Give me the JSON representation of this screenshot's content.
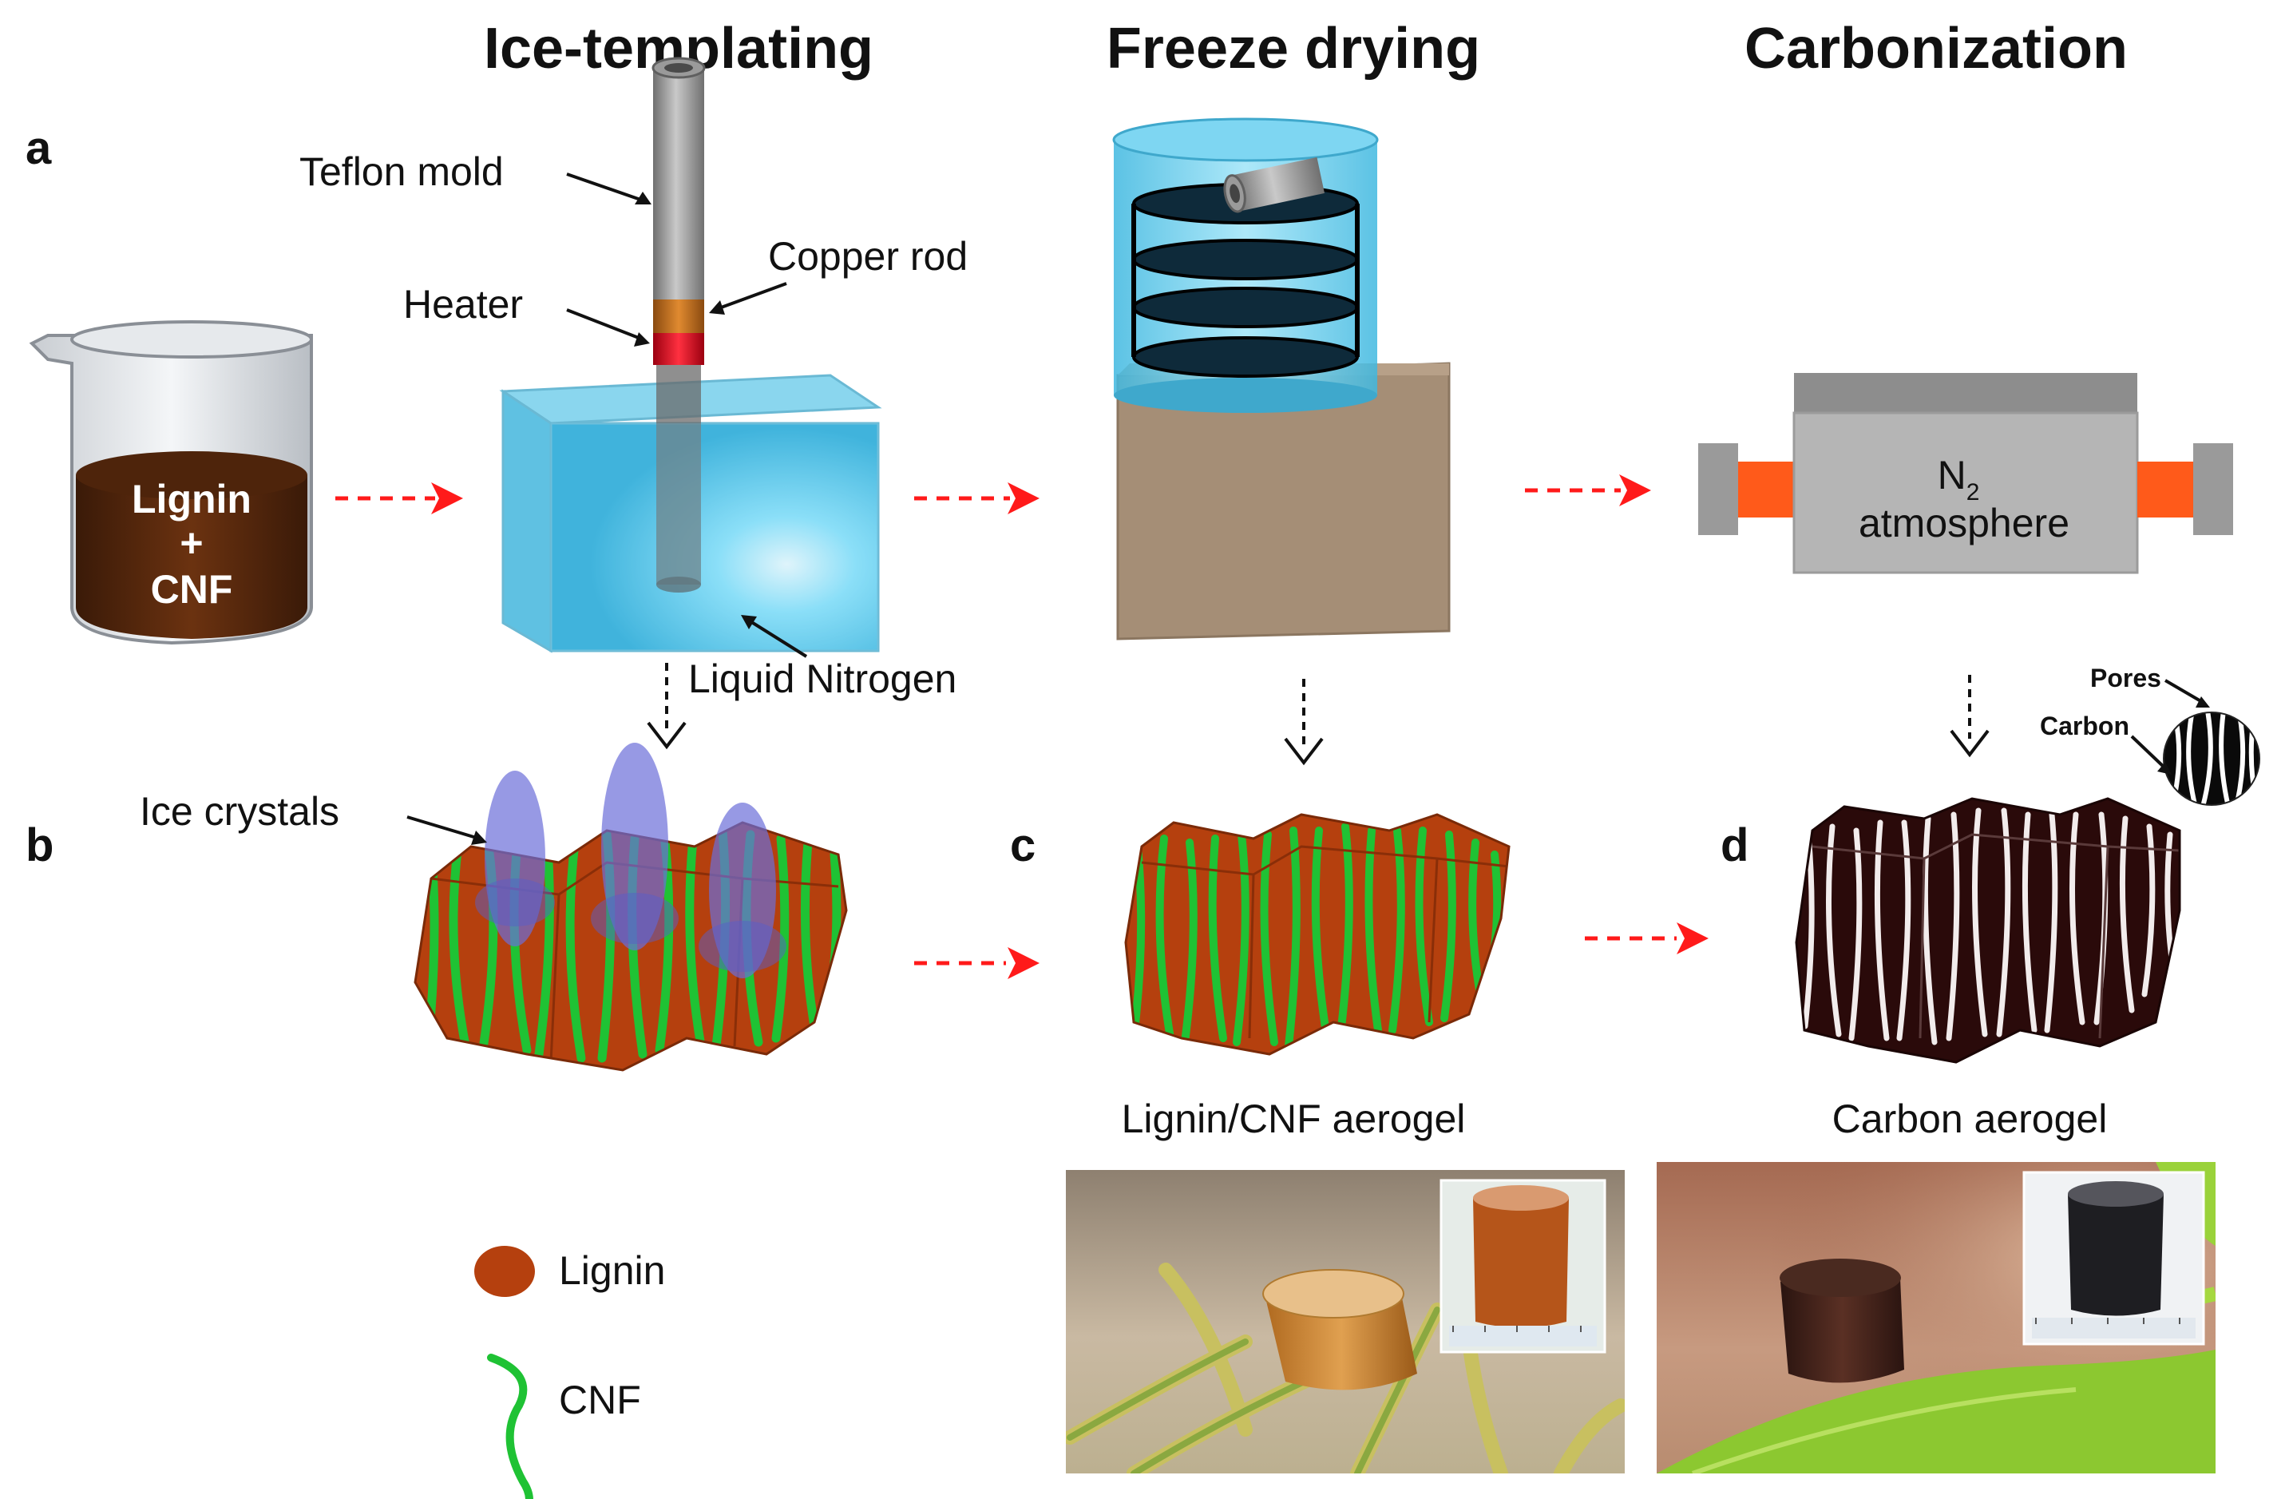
{
  "stages": {
    "ice_templating": "Ice-templating",
    "freeze_drying": "Freeze drying",
    "carbonization": "Carbonization"
  },
  "panels": {
    "a": "a",
    "b": "b",
    "c": "c",
    "d": "d"
  },
  "labels": {
    "teflon_mold": "Teflon mold",
    "copper_rod": "Copper rod",
    "heater": "Heater",
    "liquid_nitrogen": "Liquid Nitrogen",
    "ice_crystals": "Ice crystals",
    "pores": "Pores",
    "carbon": "Carbon",
    "lignin_cnf_aerogel": "Lignin/CNF aerogel",
    "carbon_aerogel": "Carbon aerogel"
  },
  "beaker": {
    "line1": "Lignin",
    "line2": "+",
    "line3": "CNF"
  },
  "furnace": {
    "n": "N",
    "sub": "2",
    "atmosphere": "atmosphere"
  },
  "legend": {
    "lignin": "Lignin",
    "cnf": "CNF"
  },
  "colors": {
    "lignin": "#b5400e",
    "cnf": "#1fc234",
    "arrow_red": "#ff1a1a",
    "nitrogen_blue": "#5ad0f0",
    "furnace_orange": "#ff5a1a",
    "carbon": "#2a0a0a"
  }
}
